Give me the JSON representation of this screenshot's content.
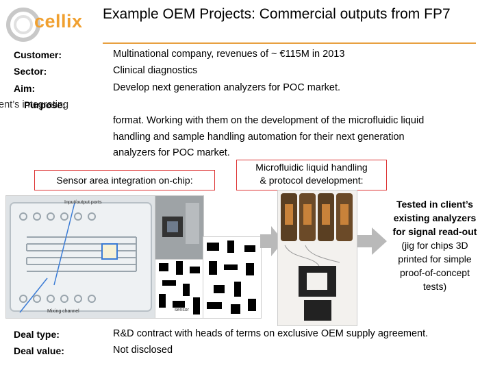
{
  "logo": {
    "text": "cellix"
  },
  "title": "Example OEM Projects:  Commercial outputs from FP7",
  "rows": {
    "customer": {
      "label": "Customer:",
      "value": "Multinational company, revenues of ~ €115M in 2013"
    },
    "sector": {
      "label": "Sector:",
      "value": "Clinical diagnostics"
    },
    "aim": {
      "label": "Aim:",
      "value": "Develop next generation analyzers for POC market."
    },
    "purpose": {
      "label": "Purpose:",
      "label_overlap": "ent’s integrating"
    }
  },
  "body_lines": [
    "format.  Working with them on the development of the microfluidic liquid",
    "handling and sample handling automation for their next generation",
    "analyzers for POC market."
  ],
  "captions": {
    "sensor": "Sensor area integration on-chip:",
    "microfluidic_line1": "Microfluidic liquid handling",
    "microfluidic_line2": "& protocol development:"
  },
  "chip_labels": {
    "io_ports": "Input/output ports",
    "mixing": "Mixing channel",
    "sensor": "sensor"
  },
  "side_text": {
    "bold_lines": [
      "Tested in client’s",
      "existing analyzers",
      "for signal read-out"
    ],
    "lines": [
      "(jig for chips 3D",
      "printed for simple",
      "proof-of-concept",
      "tests)"
    ]
  },
  "deal": {
    "type": {
      "label": "Deal type:",
      "value": "R&D contract with heads of terms on exclusive OEM supply agreement."
    },
    "value": {
      "label": "Deal value:",
      "value": "Not disclosed"
    }
  },
  "colors": {
    "accent": "#f0a030",
    "caption_border": "#dd3333",
    "arrow": "#b9b9b9"
  }
}
